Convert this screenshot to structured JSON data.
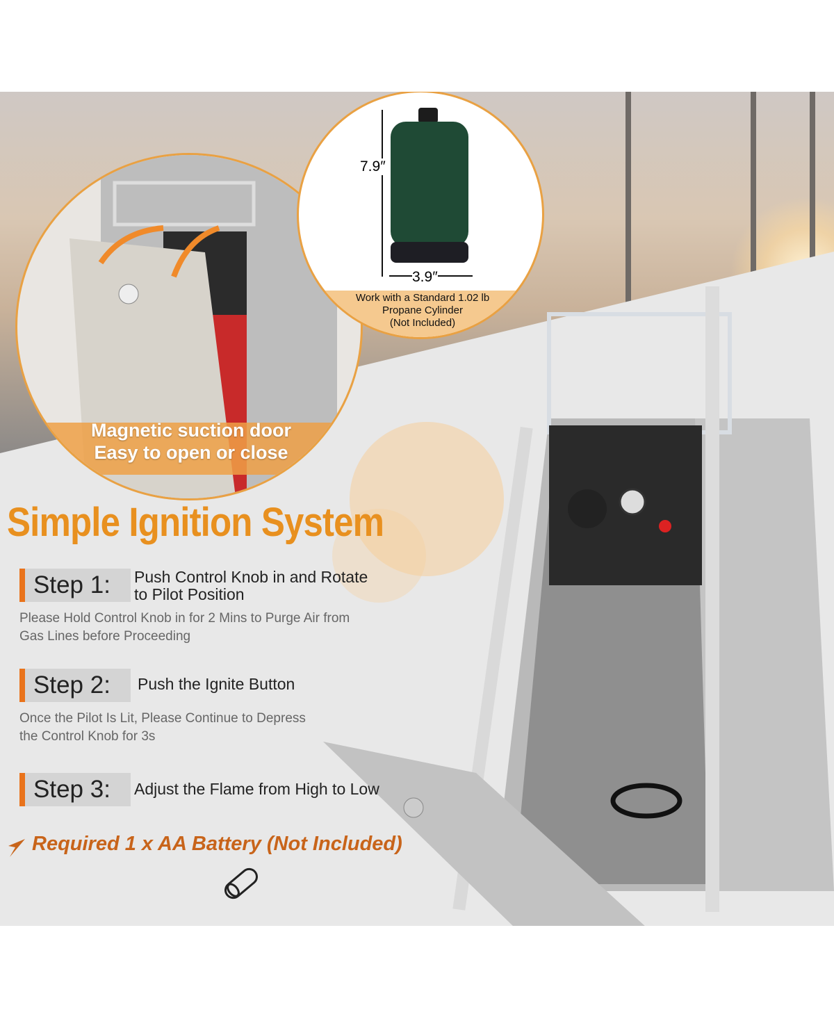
{
  "door_callout": {
    "line1": "Magnetic suction door",
    "line2": "Easy to open or close"
  },
  "cylinder_callout": {
    "height": "7.9″",
    "width": "3.9″",
    "line1": "Work with a Standard 1.02 lb",
    "line2": "Propane Cylinder",
    "line3": "(Not Included)"
  },
  "title": "Simple Ignition System",
  "steps": [
    {
      "label": "Step 1:",
      "text1": "Push Control Knob in and Rotate",
      "text2": "to Pilot Position",
      "note1": "Please Hold Control Knob in for 2 Mins to Purge Air from",
      "note2": "Gas Lines before Proceeding"
    },
    {
      "label": "Step 2:",
      "text1": "Push the Ignite Button",
      "note1": "Once the Pilot Is Lit, Please Continue to Depress",
      "note2": "the Control Knob for 3s"
    },
    {
      "label": "Step 3:",
      "text1": "Adjust the Flame from High to Low"
    }
  ],
  "battery_note": "Required 1 x AA Battery (Not Included)",
  "colors": {
    "accent": "#e8901f",
    "step_bar": "#e9731b",
    "battery_text": "#c8641a"
  }
}
